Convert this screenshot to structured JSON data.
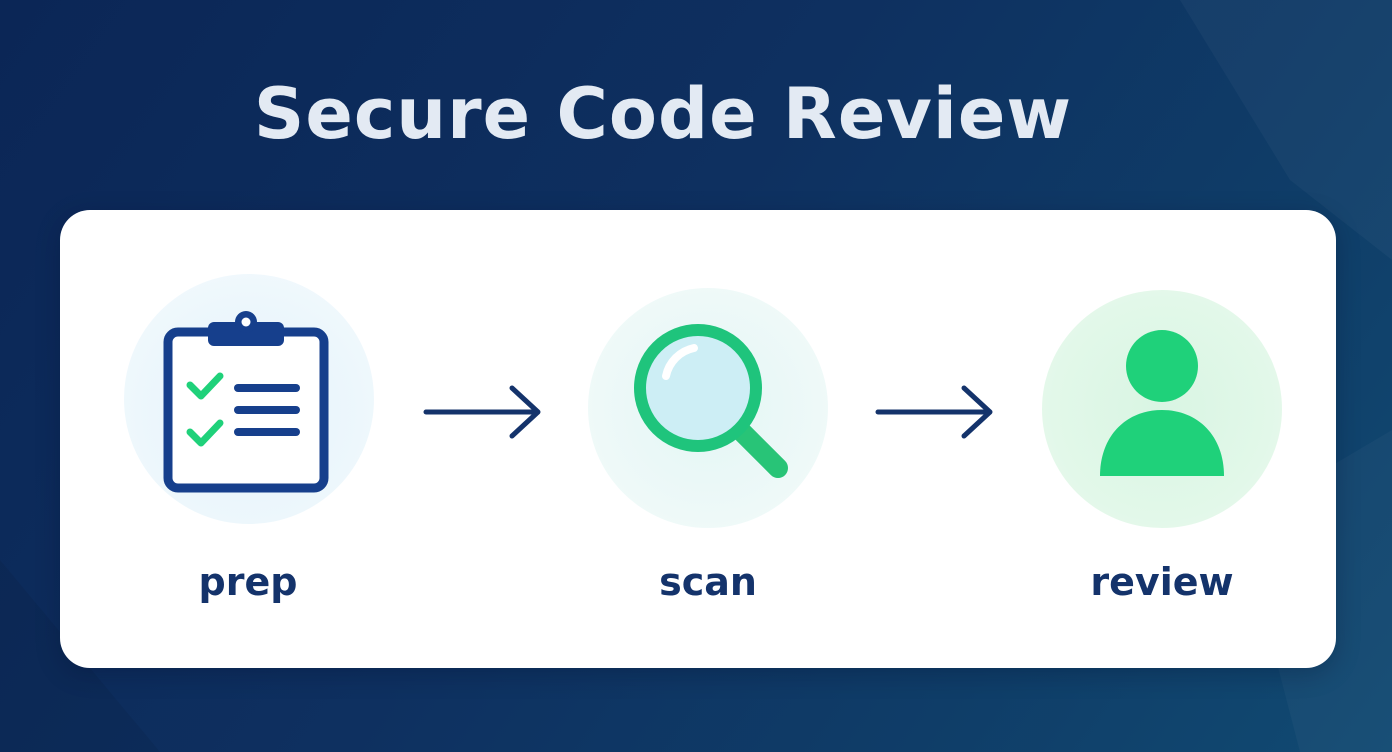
{
  "title": "Secure Code Review",
  "colors": {
    "background": "#0e3060",
    "title_text": "#e3eaf3",
    "card": "#ffffff",
    "label_text": "#14336b",
    "navy_icon": "#163f8c",
    "green_accent": "#1fd17a"
  },
  "steps": [
    {
      "label": "prep",
      "icon": "clipboard-checklist-icon"
    },
    {
      "label": "scan",
      "icon": "magnifying-glass-icon"
    },
    {
      "label": "review",
      "icon": "user-icon"
    }
  ],
  "connectors": [
    "arrow-right-icon",
    "arrow-right-icon"
  ]
}
